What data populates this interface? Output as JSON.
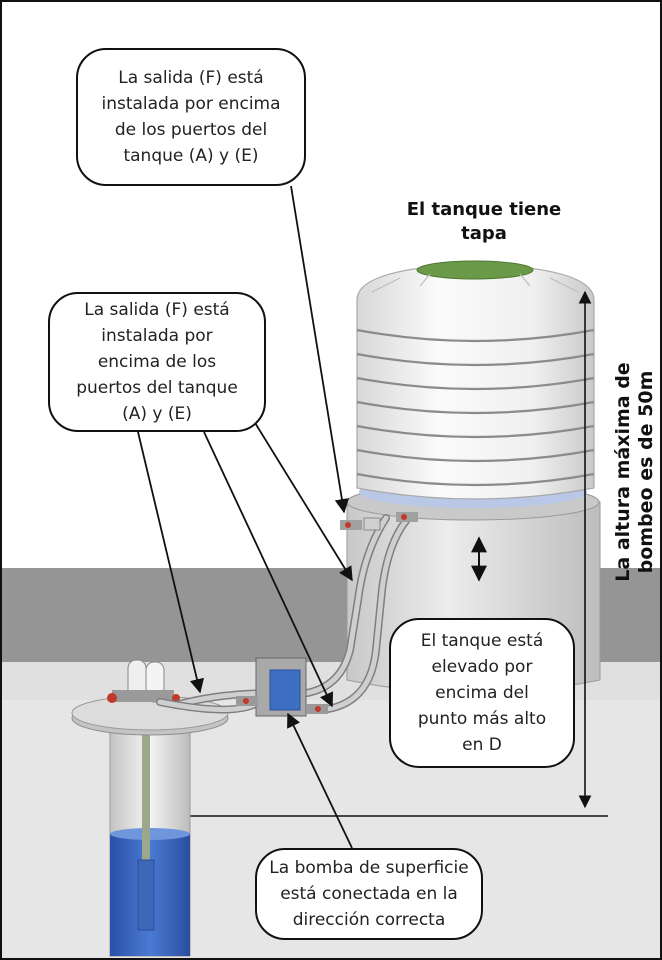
{
  "diagram": {
    "title": "El tanque tiene tapa",
    "callouts": {
      "outlet_top": "La salida (F) está\ninstalada por encima\nde los puertos del\ntanque (A) y (E)",
      "outlet_left": "La salida (F) está\ninstalada por\nencima de los\npuertos del tanque\n(A) y (E)",
      "tank_elevated": "El tanque está\nelevado por\nencima del\npunto más alto\nen D",
      "pump_direction": "La bomba de superficie\nestá conectada en la\ndirección correcta"
    },
    "height_label": "La altura máxima de\nbombeo es de 50m"
  },
  "colors": {
    "ground_top": "#959595",
    "ground_bottom": "#e6e6e6",
    "tank_body": "#f2f2f2",
    "tank_lid": "#6a9a48",
    "water": "#3a66c0",
    "stand": "#e2e2e2"
  }
}
